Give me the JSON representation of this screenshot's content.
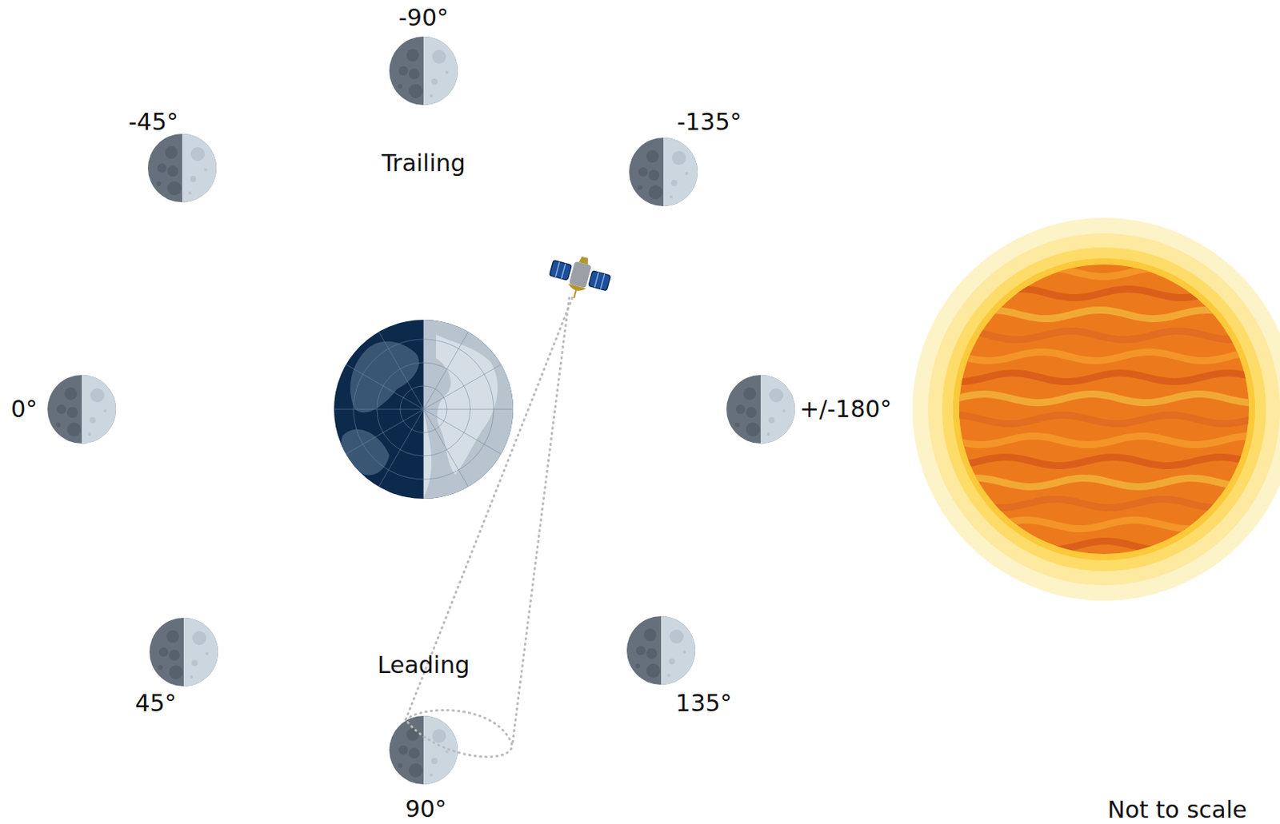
{
  "diagram": {
    "labels": [
      "-90°",
      "-45°",
      "-135°",
      "Trailing",
      "0°",
      "+/-180°",
      "45°",
      "Leading",
      "135°",
      "90°",
      "Not to scale"
    ]
  }
}
